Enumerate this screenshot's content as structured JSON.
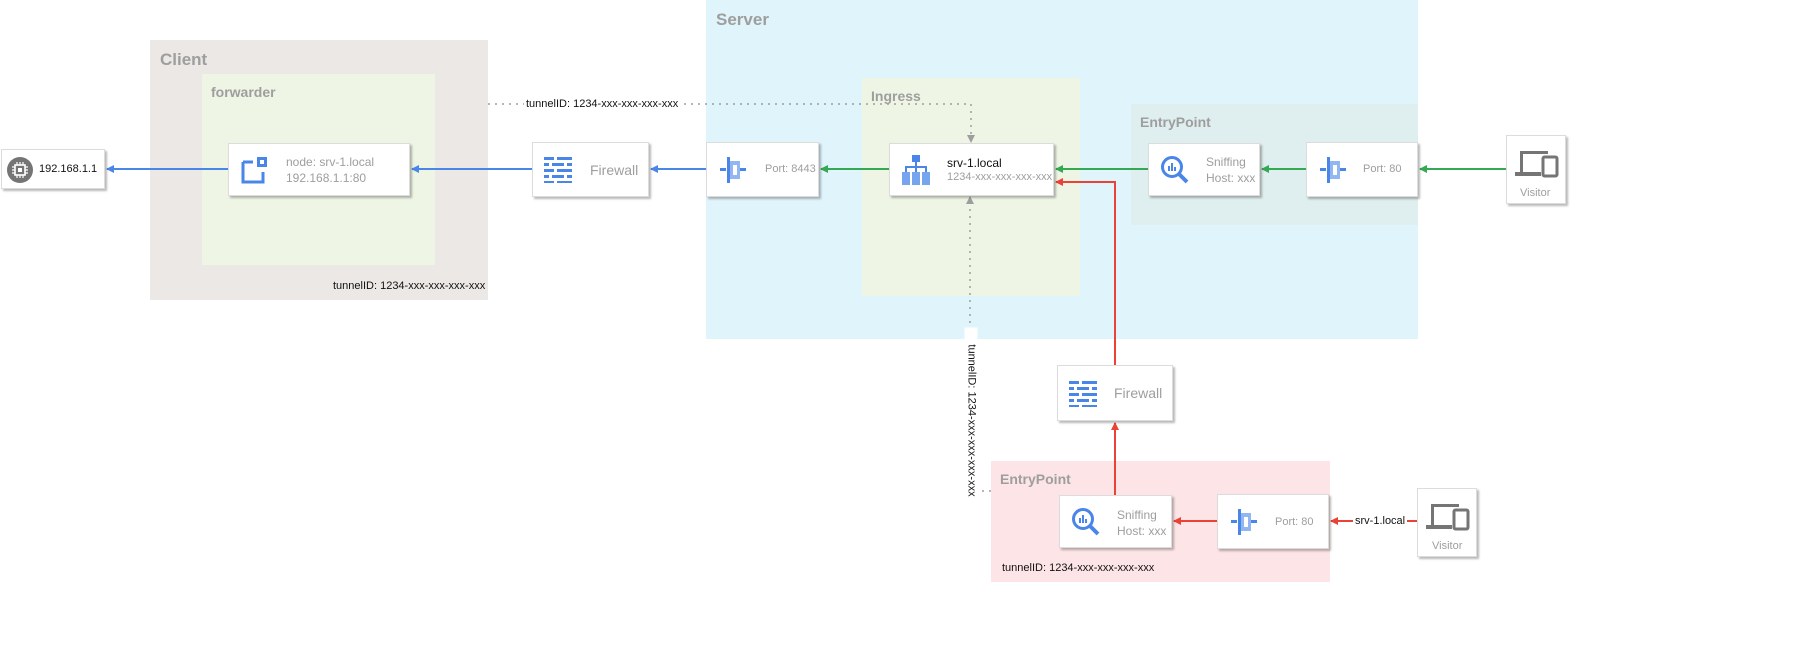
{
  "colors": {
    "client_zone": "#ebe8e6",
    "server_zone": "#e0f4fb",
    "forwarder_zone": "#eef5e5",
    "ingress_zone": "#eef5e5",
    "entrypoint_top_zone": "#dfeeee",
    "entrypoint_bottom_zone": "#fde4e6",
    "blue_edge": "#4a86e8",
    "green_edge": "#34a853",
    "red_edge": "#ea4335",
    "dotted_edge": "#9e9e9e",
    "icon_blue": "#4a86e8"
  },
  "zones": {
    "client": {
      "title": "Client",
      "tunnel_label": "tunnelID: 1234-xxx-xxx-xxx-xxx"
    },
    "forwarder": {
      "title": "forwarder"
    },
    "server": {
      "title": "Server"
    },
    "ingress": {
      "title": "Ingress"
    },
    "entrypoint_top": {
      "title": "EntryPoint"
    },
    "entrypoint_bottom": {
      "title": "EntryPoint",
      "tunnel_label": "tunnelID: 1234-xxx-xxx-xxx-xxx"
    }
  },
  "nodes": {
    "target_host": {
      "label": "192.168.1.1",
      "icon": "cpu-chip-icon"
    },
    "forwarder_node": {
      "line1": "node: srv-1.local",
      "line2": "192.168.1.1:80",
      "icon": "compute-node-icon"
    },
    "firewall_top": {
      "label": "Firewall",
      "icon": "firewall-icon"
    },
    "port_8443": {
      "label": "Port: 8443",
      "icon": "port-icon"
    },
    "ingress_node": {
      "line1": "srv-1.local",
      "line2": "1234-xxx-xxx-xxx-xxx",
      "icon": "load-balancer-icon"
    },
    "sniffing_top": {
      "line1": "Sniffing",
      "line2": "Host: xxx",
      "icon": "sniffing-icon"
    },
    "port_80_top": {
      "label": "Port: 80",
      "icon": "port-icon"
    },
    "visitor_top": {
      "label": "Visitor",
      "icon": "devices-icon"
    },
    "firewall_bottom": {
      "label": "Firewall",
      "icon": "firewall-icon"
    },
    "sniffing_bottom": {
      "line1": "Sniffing",
      "line2": "Host: xxx",
      "icon": "sniffing-icon"
    },
    "port_80_bottom": {
      "label": "Port: 80",
      "icon": "port-icon"
    },
    "visitor_bottom": {
      "label": "Visitor",
      "icon": "devices-icon"
    }
  },
  "edge_labels": {
    "tunnel_top": "tunnelID: 1234-xxx-xxx-xxx-xxx",
    "tunnel_vertical": "tunnelID: 1234-xxx-xxx-xxx-xxx",
    "visitor_host": "srv-1.local"
  }
}
